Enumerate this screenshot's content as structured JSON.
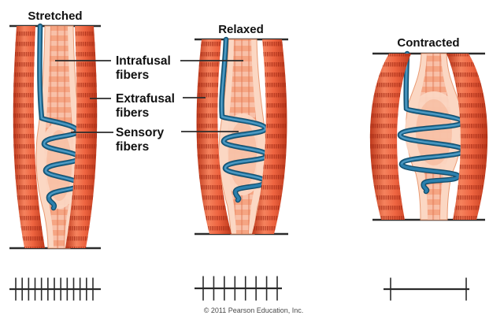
{
  "panels": [
    {
      "id": "stretched",
      "title": "Stretched",
      "spike_train": {
        "count": 13
      }
    },
    {
      "id": "relaxed",
      "title": "Relaxed",
      "spike_train": {
        "count": 8
      }
    },
    {
      "id": "contracted",
      "title": "Contracted",
      "spike_train": {
        "count": 2
      }
    }
  ],
  "labels": [
    {
      "id": "intrafusal",
      "lines": [
        "Intrafusal",
        "fibers"
      ]
    },
    {
      "id": "extrafusal",
      "lines": [
        "Extrafusal",
        "fibers"
      ]
    },
    {
      "id": "sensory",
      "lines": [
        "Sensory",
        "fibers"
      ]
    }
  ],
  "copyright": "© 2011 Pearson Education, Inc.",
  "colors": {
    "line": "#2b2b2b",
    "label-text": "#111111",
    "copyright-text": "#4a4a4a",
    "fiber-dark": "#bf3a1c",
    "fiber-mid": "#ee6440",
    "fiber-light": "#f5825d",
    "striation": "#9e2410",
    "capsule": "#fbd7c3",
    "capsule-edge": "#e99a73",
    "core": "#f4a07c",
    "sensory-dark": "#15506e",
    "sensory-mid": "#2b80ae",
    "sensory-highlight": "#7fb6d4"
  }
}
